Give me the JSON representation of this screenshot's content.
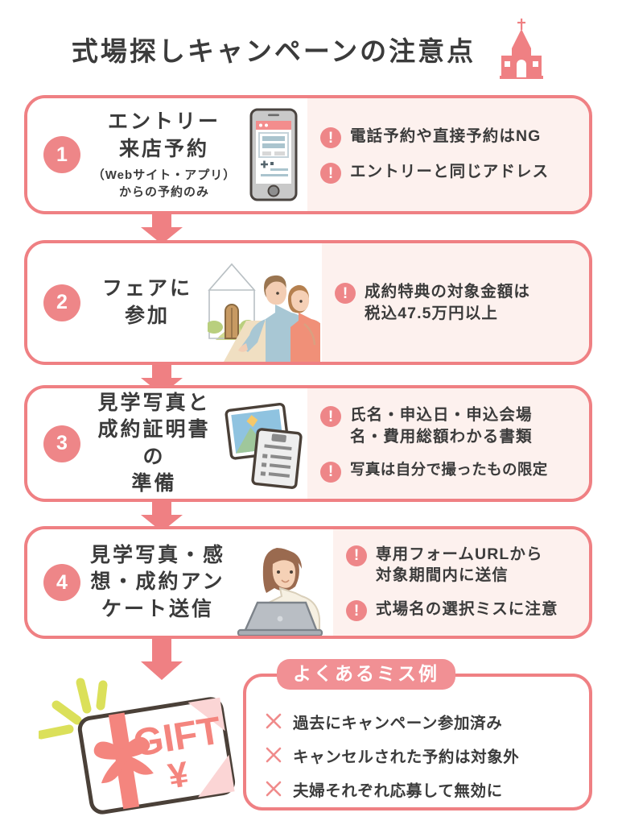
{
  "header": {
    "title": "式場探しキャンペーンの注意点",
    "icon": "church-icon"
  },
  "colors": {
    "border_pink": "#ef8083",
    "accent_pink": "#ee8688",
    "badge_pink": "#f19094",
    "note_panel_bg": "#fdf1ee",
    "text_dark": "#3b3b3b",
    "sparkle_yellow": "#dbe05a"
  },
  "steps": [
    {
      "number": "1",
      "title": "エントリー\n来店予約",
      "subtitle": "（Webサイト・アプリ）\nからの予約のみ",
      "art": "smartphone-icon",
      "notes": [
        "電話予約や直接予約はNG",
        "エントリーと同じアドレス"
      ]
    },
    {
      "number": "2",
      "title": "フェアに\n参加",
      "subtitle": "",
      "art": "couple-at-chapel-illustration",
      "notes": [
        "成約特典の対象金額は\n税込47.5万円以上"
      ]
    },
    {
      "number": "3",
      "title": "見学写真と\n成約証明書の\n準備",
      "subtitle": "",
      "art": "photo-and-document-icon",
      "notes": [
        "氏名・申込日・申込会場\n名・費用総額わかる書類",
        "写真は自分で撮ったもの限定"
      ]
    },
    {
      "number": "4",
      "title": "見学写真・感\n想・成約アン\nケート送信",
      "subtitle": "",
      "art": "woman-with-laptop-illustration",
      "notes": [
        "専用フォームURLから\n対象期間内に送信",
        "式場名の選択ミスに注意"
      ]
    }
  ],
  "mistakes": {
    "badge": "よくあるミス例",
    "items": [
      "過去にキャンペーン参加済み",
      "キャンセルされた予約は対象外",
      "夫婦それぞれ応募して無効に"
    ]
  },
  "gift": {
    "label": "GIFT",
    "currency": "¥"
  },
  "note_icon_glyph": "!"
}
